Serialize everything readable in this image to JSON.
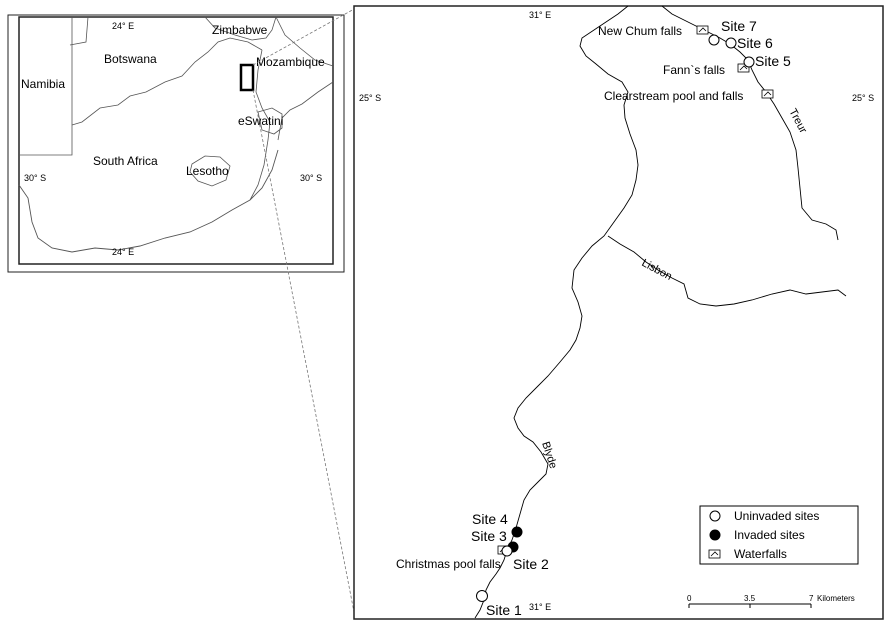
{
  "inset": {
    "coords": {
      "lon_top": "24° E",
      "lon_bottom": "24° E",
      "lat_left": "30° S",
      "lat_right": "30° S"
    },
    "countries": [
      "Zimbabwe",
      "Botswana",
      "Namibia",
      "Mozambique",
      "eSwatini",
      "South Africa",
      "Lesotho"
    ]
  },
  "main": {
    "coords": {
      "lon_top": "31° E",
      "lon_bottom": "31° E",
      "lat_left": "25° S",
      "lat_right": "25° S"
    },
    "sites": [
      {
        "label": "Site 7",
        "status": "uninvaded"
      },
      {
        "label": "Site 6",
        "status": "uninvaded"
      },
      {
        "label": "Site 5",
        "status": "uninvaded"
      },
      {
        "label": "Site 4",
        "status": "invaded"
      },
      {
        "label": "Site 3",
        "status": "invaded"
      },
      {
        "label": "Site 2",
        "status": "uninvaded"
      },
      {
        "label": "Site 1",
        "status": "uninvaded"
      }
    ],
    "waterfalls": [
      "New Chum falls",
      "Fann`s falls",
      "Clearstream pool and falls",
      "Christmas pool falls"
    ],
    "rivers": [
      "Treur",
      "Lisbon",
      "Blyde"
    ],
    "legend": [
      "Uninvaded sites",
      "Invaded sites",
      "Waterfalls"
    ],
    "scale": {
      "ticks": [
        "0",
        "3.5",
        "7"
      ],
      "unit": "Kilometers"
    }
  },
  "colors": {
    "line": "#000000",
    "border": "#222222",
    "background": "#ffffff"
  }
}
